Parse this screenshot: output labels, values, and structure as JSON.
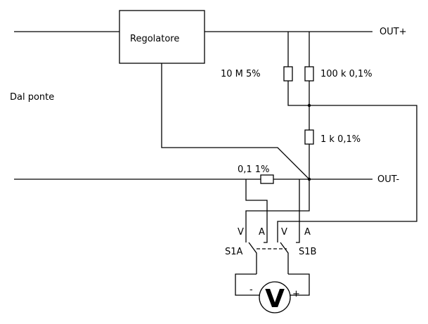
{
  "diagram": {
    "type": "circuit-schematic",
    "labels": {
      "regulator": "Regolatore",
      "source": "Dal ponte",
      "out_plus": "OUT+",
      "out_minus": "OUT-",
      "r_10m": "10 M  5%",
      "r_100k": "100 k  0,1%",
      "r_1k": "1 k 0,1%",
      "r_shunt": "0,1  1%",
      "s1a_v": "V",
      "s1a_a": "A",
      "s1b_v": "V",
      "s1b_a": "A",
      "s1a": "S1A",
      "s1b": "S1B",
      "meter_symbol": "V",
      "meter_minus": "-",
      "meter_plus": "+"
    },
    "components": [
      {
        "id": "regulator",
        "kind": "block",
        "label": "Regolatore"
      },
      {
        "id": "R1",
        "kind": "resistor",
        "value": "10 M",
        "tolerance": "5%"
      },
      {
        "id": "R2",
        "kind": "resistor",
        "value": "100 k",
        "tolerance": "0,1%"
      },
      {
        "id": "R3",
        "kind": "resistor",
        "value": "1 k",
        "tolerance": "0,1%"
      },
      {
        "id": "R4",
        "kind": "resistor",
        "value": "0,1",
        "tolerance": "1%"
      },
      {
        "id": "S1A",
        "kind": "switch",
        "positions": [
          "V",
          "A"
        ]
      },
      {
        "id": "S1B",
        "kind": "switch",
        "positions": [
          "V",
          "A"
        ]
      },
      {
        "id": "meter",
        "kind": "voltmeter",
        "symbol": "V"
      }
    ]
  }
}
